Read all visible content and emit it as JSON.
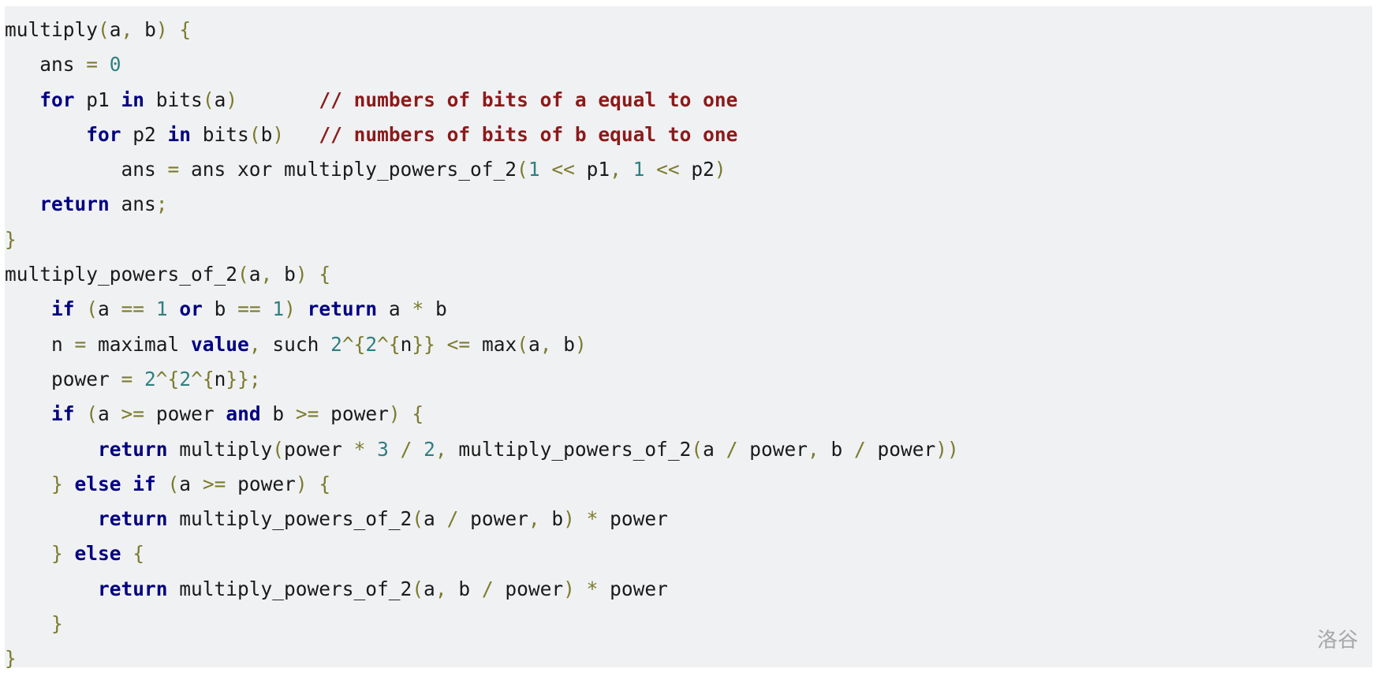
{
  "watermark": "洛谷",
  "colors": {
    "background": "#f0f1f3",
    "keyword": "#000080",
    "number": "#2f7f7f",
    "operator": "#7b7b2c",
    "comment": "#8b1a1a",
    "text": "#1a1a1a"
  },
  "code": {
    "lines": [
      [
        {
          "t": "id",
          "v": "multiply"
        },
        {
          "t": "op",
          "v": "("
        },
        {
          "t": "id",
          "v": "a"
        },
        {
          "t": "op",
          "v": ", "
        },
        {
          "t": "id",
          "v": "b"
        },
        {
          "t": "op",
          "v": ") {"
        }
      ],
      [
        {
          "t": "id",
          "v": "   ans "
        },
        {
          "t": "op",
          "v": "= "
        },
        {
          "t": "num",
          "v": "0"
        }
      ],
      [
        {
          "t": "kw",
          "v": "   for "
        },
        {
          "t": "id",
          "v": "p1 "
        },
        {
          "t": "kw",
          "v": "in "
        },
        {
          "t": "id",
          "v": "bits"
        },
        {
          "t": "op",
          "v": "("
        },
        {
          "t": "id",
          "v": "a"
        },
        {
          "t": "op",
          "v": ")"
        },
        {
          "t": "id",
          "v": "       "
        },
        {
          "t": "cm",
          "v": "// numbers of bits of a equal to one"
        }
      ],
      [
        {
          "t": "kw",
          "v": "       for "
        },
        {
          "t": "id",
          "v": "p2 "
        },
        {
          "t": "kw",
          "v": "in "
        },
        {
          "t": "id",
          "v": "bits"
        },
        {
          "t": "op",
          "v": "("
        },
        {
          "t": "id",
          "v": "b"
        },
        {
          "t": "op",
          "v": ")"
        },
        {
          "t": "id",
          "v": "   "
        },
        {
          "t": "cm",
          "v": "// numbers of bits of b equal to one"
        }
      ],
      [
        {
          "t": "id",
          "v": "          ans "
        },
        {
          "t": "op",
          "v": "= "
        },
        {
          "t": "id",
          "v": "ans xor multiply_powers_of_2"
        },
        {
          "t": "op",
          "v": "("
        },
        {
          "t": "num",
          "v": "1 "
        },
        {
          "t": "op",
          "v": "<< "
        },
        {
          "t": "id",
          "v": "p1"
        },
        {
          "t": "op",
          "v": ", "
        },
        {
          "t": "num",
          "v": "1 "
        },
        {
          "t": "op",
          "v": "<< "
        },
        {
          "t": "id",
          "v": "p2"
        },
        {
          "t": "op",
          "v": ")"
        }
      ],
      [
        {
          "t": "kw",
          "v": "   return "
        },
        {
          "t": "id",
          "v": "ans"
        },
        {
          "t": "op",
          "v": ";"
        }
      ],
      [
        {
          "t": "op",
          "v": "}"
        }
      ],
      [
        {
          "t": "id",
          "v": "multiply_powers_of_2"
        },
        {
          "t": "op",
          "v": "("
        },
        {
          "t": "id",
          "v": "a"
        },
        {
          "t": "op",
          "v": ", "
        },
        {
          "t": "id",
          "v": "b"
        },
        {
          "t": "op",
          "v": ") {"
        }
      ],
      [
        {
          "t": "kw",
          "v": "    if "
        },
        {
          "t": "op",
          "v": "("
        },
        {
          "t": "id",
          "v": "a "
        },
        {
          "t": "op",
          "v": "== "
        },
        {
          "t": "num",
          "v": "1 "
        },
        {
          "t": "kw",
          "v": "or "
        },
        {
          "t": "id",
          "v": "b "
        },
        {
          "t": "op",
          "v": "== "
        },
        {
          "t": "num",
          "v": "1"
        },
        {
          "t": "op",
          "v": ") "
        },
        {
          "t": "kw",
          "v": "return "
        },
        {
          "t": "id",
          "v": "a "
        },
        {
          "t": "op",
          "v": "* "
        },
        {
          "t": "id",
          "v": "b"
        }
      ],
      [
        {
          "t": "id",
          "v": "    n "
        },
        {
          "t": "op",
          "v": "= "
        },
        {
          "t": "id",
          "v": "maximal "
        },
        {
          "t": "kw",
          "v": "value"
        },
        {
          "t": "op",
          "v": ", "
        },
        {
          "t": "id",
          "v": "such "
        },
        {
          "t": "num",
          "v": "2"
        },
        {
          "t": "op",
          "v": "^{"
        },
        {
          "t": "num",
          "v": "2"
        },
        {
          "t": "op",
          "v": "^{"
        },
        {
          "t": "id",
          "v": "n"
        },
        {
          "t": "op",
          "v": "}} <= "
        },
        {
          "t": "id",
          "v": "max"
        },
        {
          "t": "op",
          "v": "("
        },
        {
          "t": "id",
          "v": "a"
        },
        {
          "t": "op",
          "v": ", "
        },
        {
          "t": "id",
          "v": "b"
        },
        {
          "t": "op",
          "v": ")"
        }
      ],
      [
        {
          "t": "id",
          "v": "    power "
        },
        {
          "t": "op",
          "v": "= "
        },
        {
          "t": "num",
          "v": "2"
        },
        {
          "t": "op",
          "v": "^{"
        },
        {
          "t": "num",
          "v": "2"
        },
        {
          "t": "op",
          "v": "^{"
        },
        {
          "t": "id",
          "v": "n"
        },
        {
          "t": "op",
          "v": "}};"
        }
      ],
      [
        {
          "t": "kw",
          "v": "    if "
        },
        {
          "t": "op",
          "v": "("
        },
        {
          "t": "id",
          "v": "a "
        },
        {
          "t": "op",
          "v": ">= "
        },
        {
          "t": "id",
          "v": "power "
        },
        {
          "t": "kw",
          "v": "and "
        },
        {
          "t": "id",
          "v": "b "
        },
        {
          "t": "op",
          "v": ">= "
        },
        {
          "t": "id",
          "v": "power"
        },
        {
          "t": "op",
          "v": ") {"
        }
      ],
      [
        {
          "t": "kw",
          "v": "        return "
        },
        {
          "t": "id",
          "v": "multiply"
        },
        {
          "t": "op",
          "v": "("
        },
        {
          "t": "id",
          "v": "power "
        },
        {
          "t": "op",
          "v": "* "
        },
        {
          "t": "num",
          "v": "3 "
        },
        {
          "t": "op",
          "v": "/ "
        },
        {
          "t": "num",
          "v": "2"
        },
        {
          "t": "op",
          "v": ", "
        },
        {
          "t": "id",
          "v": "multiply_powers_of_2"
        },
        {
          "t": "op",
          "v": "("
        },
        {
          "t": "id",
          "v": "a "
        },
        {
          "t": "op",
          "v": "/ "
        },
        {
          "t": "id",
          "v": "power"
        },
        {
          "t": "op",
          "v": ", "
        },
        {
          "t": "id",
          "v": "b "
        },
        {
          "t": "op",
          "v": "/ "
        },
        {
          "t": "id",
          "v": "power"
        },
        {
          "t": "op",
          "v": "))"
        }
      ],
      [
        {
          "t": "op",
          "v": "    } "
        },
        {
          "t": "kw",
          "v": "else if "
        },
        {
          "t": "op",
          "v": "("
        },
        {
          "t": "id",
          "v": "a "
        },
        {
          "t": "op",
          "v": ">= "
        },
        {
          "t": "id",
          "v": "power"
        },
        {
          "t": "op",
          "v": ") {"
        }
      ],
      [
        {
          "t": "kw",
          "v": "        return "
        },
        {
          "t": "id",
          "v": "multiply_powers_of_2"
        },
        {
          "t": "op",
          "v": "("
        },
        {
          "t": "id",
          "v": "a "
        },
        {
          "t": "op",
          "v": "/ "
        },
        {
          "t": "id",
          "v": "power"
        },
        {
          "t": "op",
          "v": ", "
        },
        {
          "t": "id",
          "v": "b"
        },
        {
          "t": "op",
          "v": ") * "
        },
        {
          "t": "id",
          "v": "power"
        }
      ],
      [
        {
          "t": "op",
          "v": "    } "
        },
        {
          "t": "kw",
          "v": "else "
        },
        {
          "t": "op",
          "v": "{"
        }
      ],
      [
        {
          "t": "kw",
          "v": "        return "
        },
        {
          "t": "id",
          "v": "multiply_powers_of_2"
        },
        {
          "t": "op",
          "v": "("
        },
        {
          "t": "id",
          "v": "a"
        },
        {
          "t": "op",
          "v": ", "
        },
        {
          "t": "id",
          "v": "b "
        },
        {
          "t": "op",
          "v": "/ "
        },
        {
          "t": "id",
          "v": "power"
        },
        {
          "t": "op",
          "v": ") * "
        },
        {
          "t": "id",
          "v": "power"
        }
      ],
      [
        {
          "t": "op",
          "v": "    }"
        }
      ],
      [
        {
          "t": "op",
          "v": "}"
        }
      ]
    ]
  }
}
